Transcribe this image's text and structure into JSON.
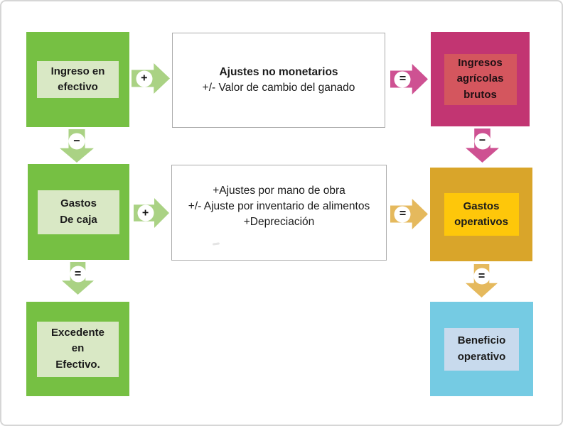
{
  "colors": {
    "green": "#76C043",
    "green_light": "#D9E8C5",
    "green_arrow": "#AAD284",
    "pink": "#C23572",
    "pink_light": "#D4565E",
    "pink_arrow": "#CE5192",
    "gold": "#D9A52A",
    "gold_light": "#FEC70A",
    "gold_arrow": "#E5B95D",
    "blue": "#75CBE3",
    "blue_light": "#C8DAED",
    "white_box_border": "#ABABAB"
  },
  "nodes": {
    "ingreso": {
      "label": "Ingreso en\nefectivo"
    },
    "ajustes_no_monetarios": {
      "title": "Ajustes no monetarios",
      "line": "+/- Valor de cambio del ganado"
    },
    "ingresos_brutos": {
      "label": "Ingresos\nagrícolas\nbrutos"
    },
    "gastos_caja": {
      "label": "Gastos\nDe caja"
    },
    "ajustes_operativos": {
      "lines": "+Ajustes por mano de obra\n+/- Ajuste por inventario de alimentos\n+Depreciación"
    },
    "gastos_operativos": {
      "label": "Gastos\noperativos"
    },
    "excedente": {
      "label": "Excedente\nen\nEfectivo."
    },
    "beneficio": {
      "label": "Beneficio\noperativo"
    }
  },
  "arrows": {
    "r1_plus": {
      "symbol": "+"
    },
    "r1_equals": {
      "symbol": "="
    },
    "c1_minus": {
      "symbol": "−"
    },
    "c3_minus": {
      "symbol": "−"
    },
    "r2_plus": {
      "symbol": "+"
    },
    "r2_equals": {
      "symbol": "="
    },
    "c1_equals": {
      "symbol": "="
    },
    "c3_equals": {
      "symbol": "="
    }
  }
}
